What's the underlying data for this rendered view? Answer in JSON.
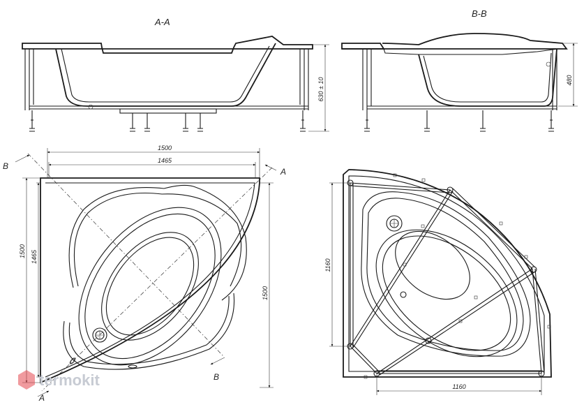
{
  "section_labels": {
    "a": "A-A",
    "b": "B-B"
  },
  "cut_markers": {
    "a": "A",
    "b": "B"
  },
  "dimensions": {
    "width_outer": "1500",
    "width_inner": "1465",
    "depth_outer": "1500",
    "depth_inner": "1465",
    "side_length": "1500",
    "height_total": "630 ± 10",
    "bowl_depth": "480",
    "frame_height": "1160",
    "frame_width": "1160"
  },
  "watermark": "termokit",
  "colors": {
    "line": "#1a1a1a",
    "watermark": "#c7cbd3",
    "watermark_accent": "#e4474f"
  }
}
